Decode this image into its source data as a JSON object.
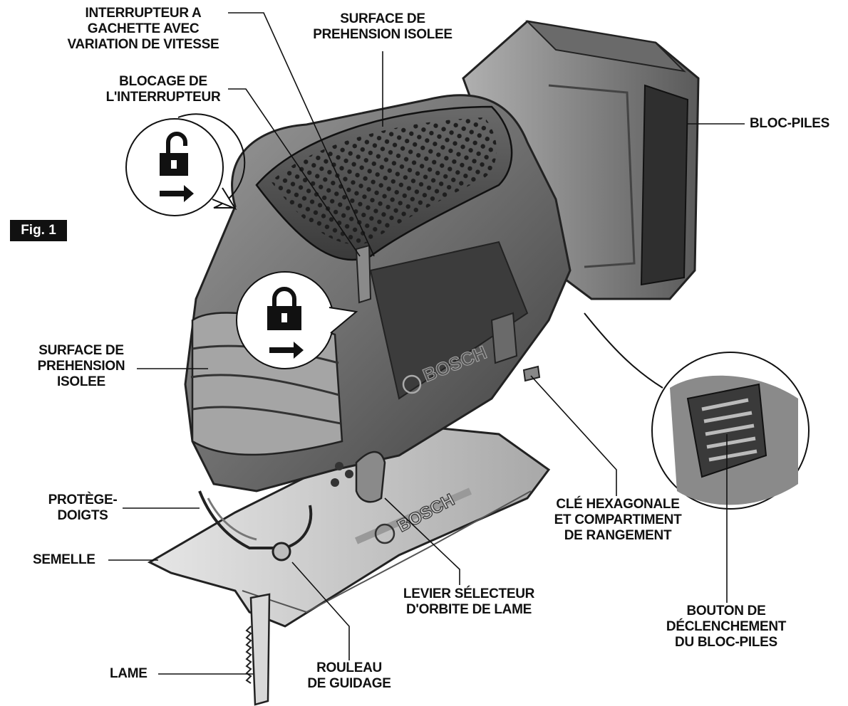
{
  "figure": {
    "label": "Fig. 1"
  },
  "brand_marks": {
    "body_logo": "BOSCH",
    "shoe_logo": "BOSCH"
  },
  "labels": {
    "trigger": "INTERRUPTEUR A\nGACHETTE AVEC\nVARIATION DE VITESSE",
    "grip_top": "SURFACE DE\nPREHENSION ISOLEE",
    "lock": "BLOCAGE DE\nL'INTERRUPTEUR",
    "battery": "BLOC-PILES",
    "grip_front": "SURFACE DE\nPREHENSION\nISOLEE",
    "finger_guard": "PROTÈGE-\nDOIGTS",
    "shoe": "SEMELLE",
    "blade": "LAME",
    "roller": "ROULEAU\nDE GUIDAGE",
    "orbit_lever": "LEVIER SÉLECTEUR\nD'ORBITE DE LAME",
    "hex_key": "CLÉ HEXAGONALE\nET COMPARTIMENT\nDE RANGEMENT",
    "release_button": "BOUTON DE\nDÉCLENCHEMENT\nDU BLOC-PILES"
  },
  "icons": {
    "unlock": "unlock-icon",
    "lock": "lock-icon",
    "arrow": "arrow-right-icon"
  },
  "colors": {
    "ink": "#111111",
    "body_dark": "#4a4a4a",
    "body_mid": "#8c8c8c",
    "body_light": "#cfcfcf",
    "paper": "#ffffff"
  }
}
